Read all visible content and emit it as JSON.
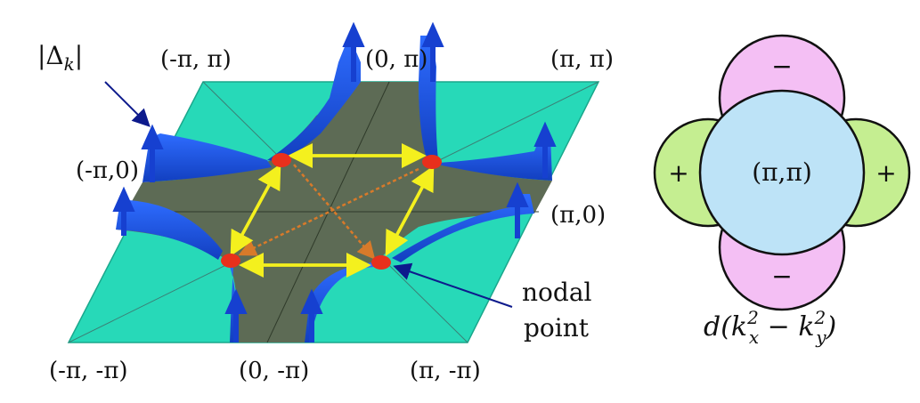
{
  "left_panel": {
    "gap_label": "|Δ",
    "gap_sub": "k",
    "gap_close": "|",
    "corners": {
      "top_left": "(-π, π)",
      "top_mid": "(0, π)",
      "top_right": "(π, π)",
      "mid_left": "(-π,0)",
      "mid_right": "(π,0)",
      "bottom_left": "(-π, -π)",
      "bottom_mid": "(0, -π)",
      "bottom_right": "(π, -π)"
    },
    "nodal_line1": "nodal",
    "nodal_line2": "point"
  },
  "right_panel": {
    "sign_top": "−",
    "sign_bottom": "−",
    "sign_left": "+",
    "sign_right": "+",
    "center_label": "(π,π)",
    "formula_d": "d(k",
    "formula_x": "x",
    "formula_minus": " − k",
    "formula_y": "y",
    "formula_exp": "2",
    "formula_close": ")"
  },
  "colors": {
    "plane": "#27d9b8",
    "fermi_region": "#5d6b55",
    "gap_blue": "#1f56e6",
    "arrow_yellow": "#f4f01e",
    "nodal_red": "#e8301c",
    "lobe_pink": "#f4bff4",
    "lobe_green": "#c5ee91",
    "center_blue": "#bde3f7"
  }
}
